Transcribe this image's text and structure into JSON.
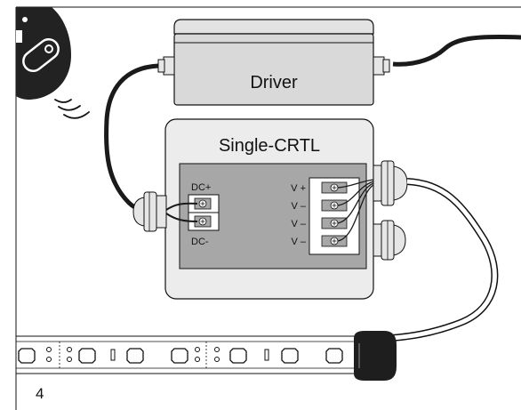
{
  "driver": {
    "label": "Driver"
  },
  "controller": {
    "label": "Single-CRTL",
    "dc_plus": "DC+",
    "dc_minus": "DC-",
    "outputs": [
      "V +",
      "V –",
      "V –",
      "V –"
    ]
  },
  "page": {
    "number": "4"
  },
  "icons": {
    "remote": "remote-control-icon",
    "signal": "wireless-signal-icon",
    "terminal": "screw-terminal-icon"
  },
  "colors": {
    "driver_fill": "#d9d9d9",
    "controller_fill": "#ececec",
    "terminal_panel": "#a7a7a7",
    "remote_fill": "#222222",
    "line": "#1a1a1a"
  }
}
